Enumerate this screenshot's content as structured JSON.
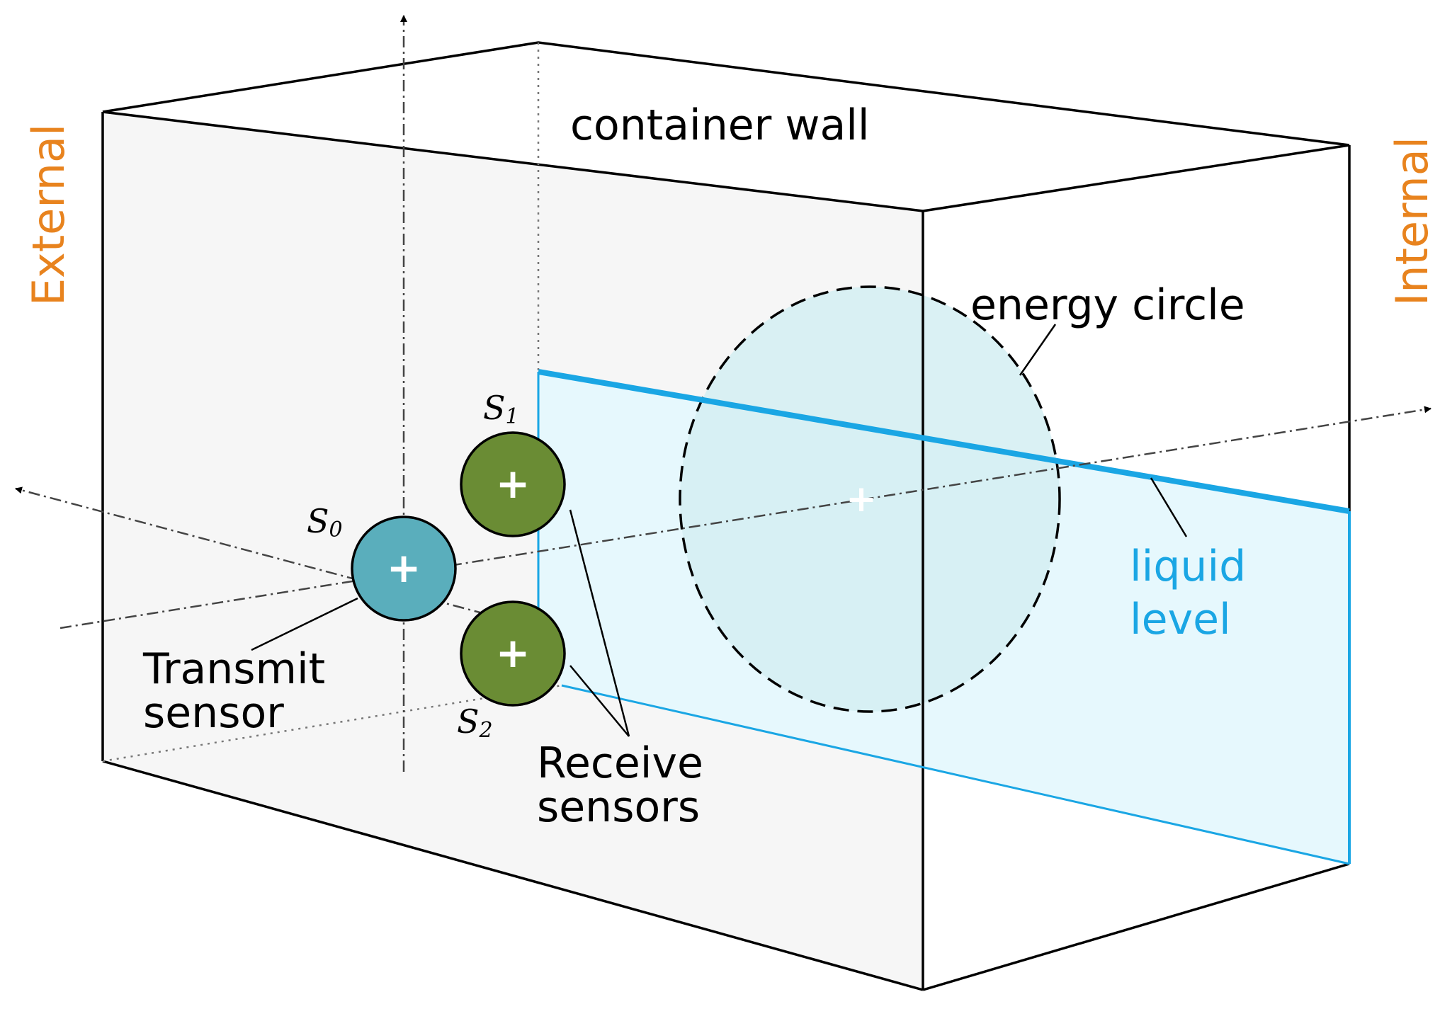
{
  "labels": {
    "external": "External",
    "internal": "Internal",
    "container_wall": "container wall",
    "energy_circle": "energy circle",
    "liquid_level_line1": "liquid",
    "liquid_level_line2": "level",
    "transmit_line1": "Transmit",
    "transmit_line2": "sensor",
    "receive_line1": "Receive",
    "receive_line2": "sensors"
  },
  "sensors": {
    "s0": "S",
    "s0_sub": "0",
    "s1": "S",
    "s1_sub": "1",
    "s2": "S",
    "s2_sub": "2"
  },
  "center_mark": "+",
  "colors": {
    "transmit_sensor": "#5aaebc",
    "receive_sensor": "#6a8c34",
    "liquid_fill": "#e6f8fd",
    "liquid_line": "#1aa6e4",
    "energy_circle_fill": "#d3eef2",
    "wall_fill": "#f6f6f6",
    "external_label": "#e8831e",
    "internal_label": "#e8831e",
    "liquid_label": "#1aa6e4"
  }
}
